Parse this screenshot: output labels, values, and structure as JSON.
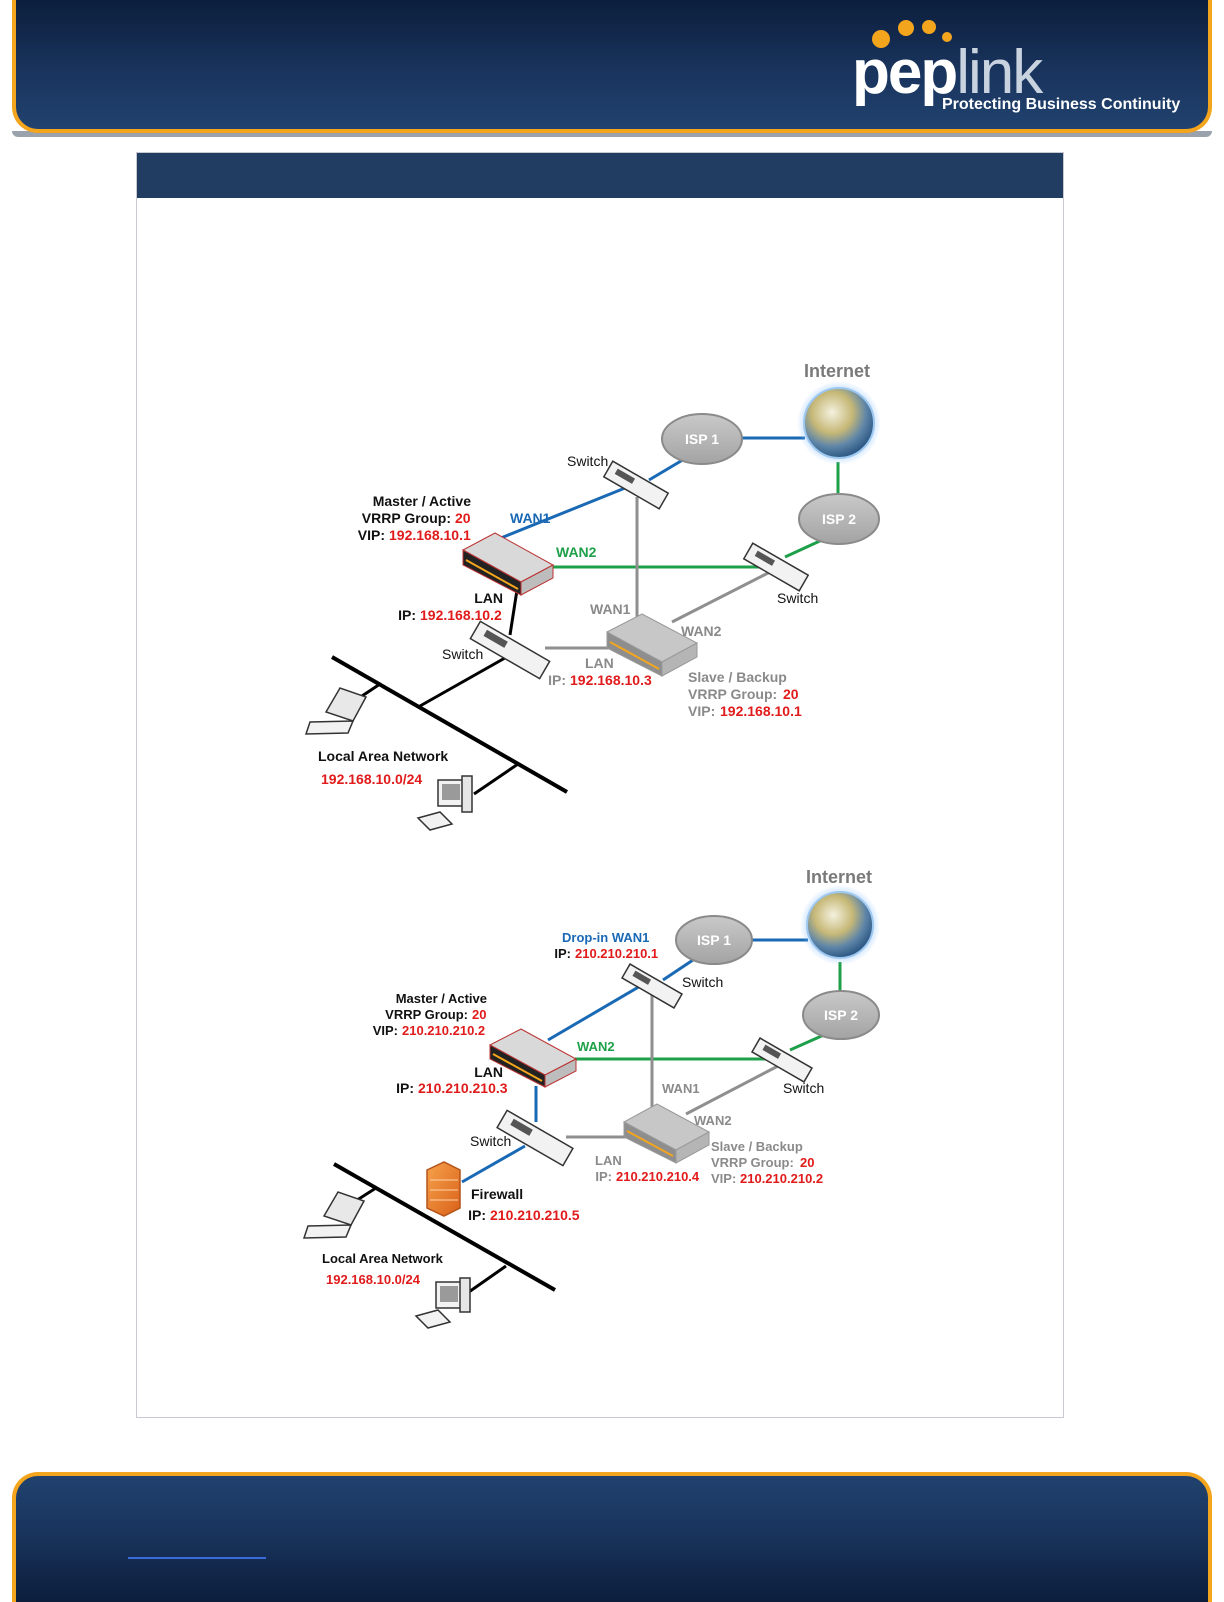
{
  "brand": {
    "name_part1": "pep",
    "name_part2": "link",
    "tagline": "Protecting Business Continuity"
  },
  "diagram1": {
    "internet": "Internet",
    "isp1": "ISP 1",
    "isp2": "ISP 2",
    "switch_top": "Switch",
    "switch_right": "Switch",
    "switch_lan": "Switch",
    "master": {
      "title": "Master / Active",
      "vrrp_label": "VRRP Group:",
      "vrrp_value": "20",
      "vip_label": "VIP:",
      "vip_value": "192.168.10.1"
    },
    "wan1": "WAN1",
    "wan2": "WAN2",
    "master_lan": {
      "title": "LAN",
      "ip_label": "IP:",
      "ip_value": "192.168.10.2"
    },
    "slave_wan1": "WAN1",
    "slave_wan2": "WAN2",
    "slave_lan": {
      "title": "LAN",
      "ip_label": "IP:",
      "ip_value": "192.168.10.3"
    },
    "slave": {
      "title": "Slave / Backup",
      "vrrp_label": "VRRP Group:",
      "vrrp_value": "20",
      "vip_label": "VIP:",
      "vip_value": "192.168.10.1"
    },
    "lan_network": {
      "title": "Local Area Network",
      "subnet": "192.168.10.0/24"
    }
  },
  "diagram2": {
    "internet": "Internet",
    "isp1": "ISP 1",
    "isp2": "ISP 2",
    "dropin": {
      "title": "Drop-in WAN1",
      "ip_label": "IP:",
      "ip_value": "210.210.210.1"
    },
    "switch_top": "Switch",
    "switch_right": "Switch",
    "switch_lan": "Switch",
    "master": {
      "title": "Master / Active",
      "vrrp_label": "VRRP Group:",
      "vrrp_value": "20",
      "vip_label": "VIP:",
      "vip_value": "210.210.210.2"
    },
    "wan2": "WAN2",
    "master_lan": {
      "title": "LAN",
      "ip_label": "IP:",
      "ip_value": "210.210.210.3"
    },
    "slave_wan1": "WAN1",
    "slave_wan2": "WAN2",
    "slave_lan": {
      "title": "LAN",
      "ip_label": "IP:",
      "ip_value": "210.210.210.4"
    },
    "slave": {
      "title": "Slave / Backup",
      "vrrp_label": "VRRP Group:",
      "vrrp_value": "20",
      "vip_label": "VIP:",
      "vip_value": "210.210.210.2"
    },
    "firewall": {
      "title": "Firewall",
      "ip_label": "IP:",
      "ip_value": "210.210.210.5"
    },
    "lan_network": {
      "title": "Local Area Network",
      "subnet": "192.168.10.0/24"
    }
  },
  "colors": {
    "accent_orange": "#f3a51d",
    "navy": "#1a3560",
    "wan1_blue": "#1a69b5",
    "wan2_green": "#1ea04a",
    "ip_red": "#e11b1b"
  }
}
